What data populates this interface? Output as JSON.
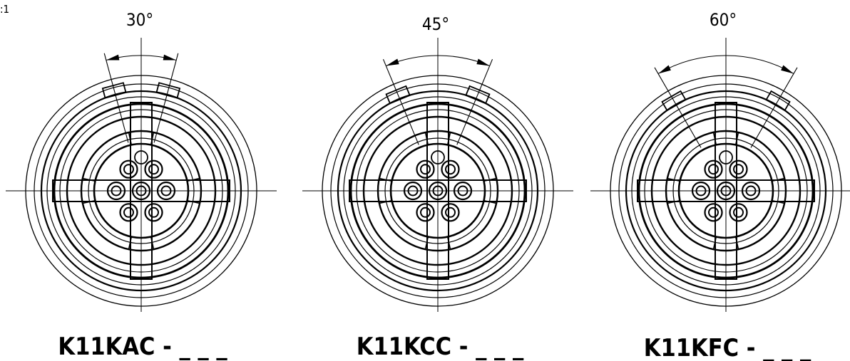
{
  "scale_label": ":1",
  "connectors": [
    {
      "angle_label": "30°",
      "keyway_angle_deg": 30,
      "part_label": "K11KAC - _ _ _"
    },
    {
      "angle_label": "45°",
      "keyway_angle_deg": 45,
      "part_label": "K11KCC - _ _ _"
    },
    {
      "angle_label": "60°",
      "keyway_angle_deg": 60,
      "part_label": "K11KFC - _ _ _"
    }
  ]
}
